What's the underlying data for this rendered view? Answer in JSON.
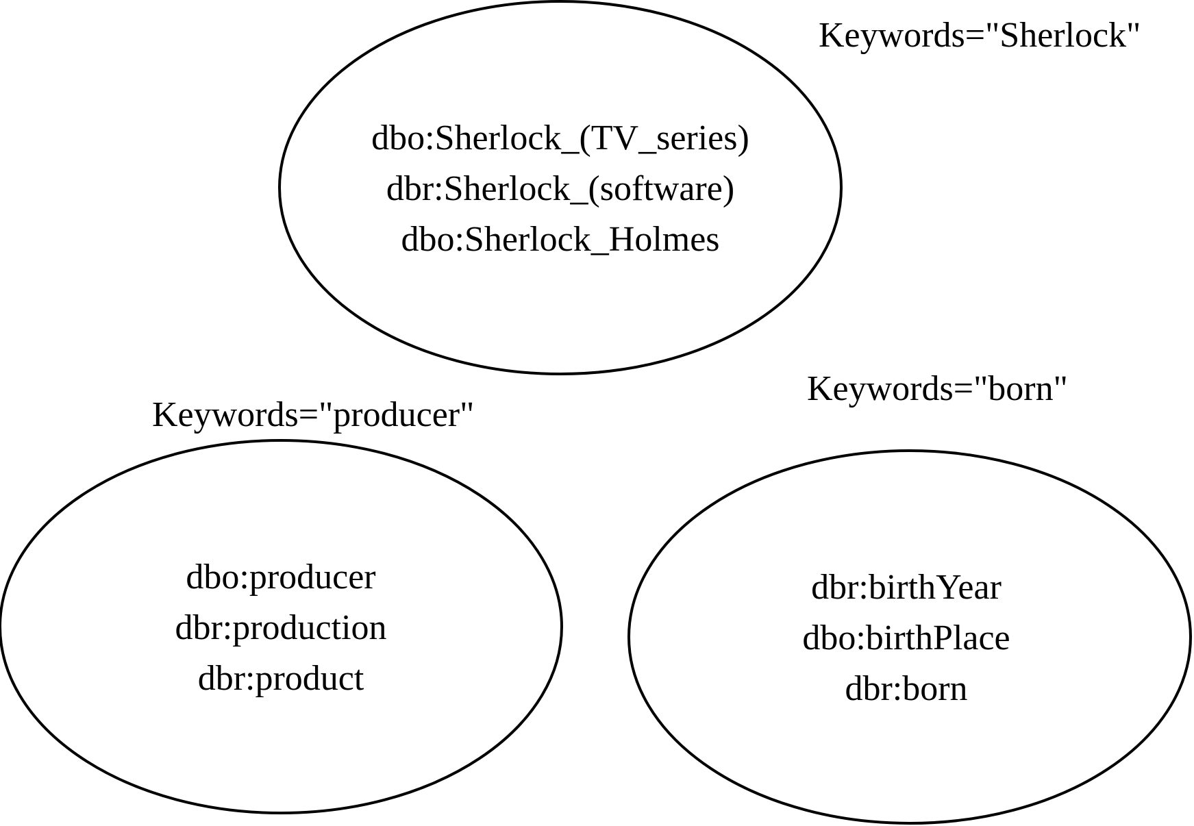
{
  "groups": [
    {
      "keyword_label": "Keywords=\"Sherlock\"",
      "entities": [
        "dbo:Sherlock_(TV_series)",
        "dbr:Sherlock_(software)",
        "dbo:Sherlock_Holmes"
      ]
    },
    {
      "keyword_label": "Keywords=\"producer\"",
      "entities": [
        "dbo:producer",
        "dbr:production",
        "dbr:product"
      ]
    },
    {
      "keyword_label": "Keywords=\"born\"",
      "entities": [
        "dbr:birthYear",
        "dbo:birthPlace",
        "dbr:born"
      ]
    }
  ]
}
